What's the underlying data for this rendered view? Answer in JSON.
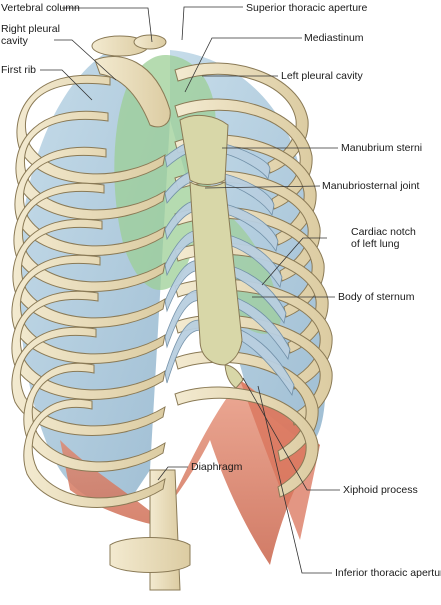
{
  "labels": {
    "vertebral_column": "Vertebral column",
    "superior_thoracic_aperture": "Superior thoracic aperture",
    "right_pleural_cavity_1": "Right pleural",
    "right_pleural_cavity_2": "cavity",
    "mediastinum": "Mediastinum",
    "first_rib": "First rib",
    "left_pleural_cavity": "Left pleural cavity",
    "manubrium_sterni": "Manubrium sterni",
    "manubriosternal_joint": "Manubriosternal joint",
    "cardiac_notch_1": "Cardiac notch",
    "cardiac_notch_2": "of left lung",
    "body_of_sternum": "Body of sternum",
    "diaphragm": "Diaphragm",
    "xiphoid_process": "Xiphoid process",
    "inferior_thoracic_aperture": "Inferior thoracic aperture"
  },
  "colors": {
    "bone": "#eee3c2",
    "bone_outline": "#8a7a56",
    "pleura": "#a9c9dd",
    "pleura_dark": "#7fa8c3",
    "mediastinum": "#9ccf96",
    "muscle": "#e0836a",
    "cartilage": "#b9cfe0",
    "leader": "#333333"
  }
}
